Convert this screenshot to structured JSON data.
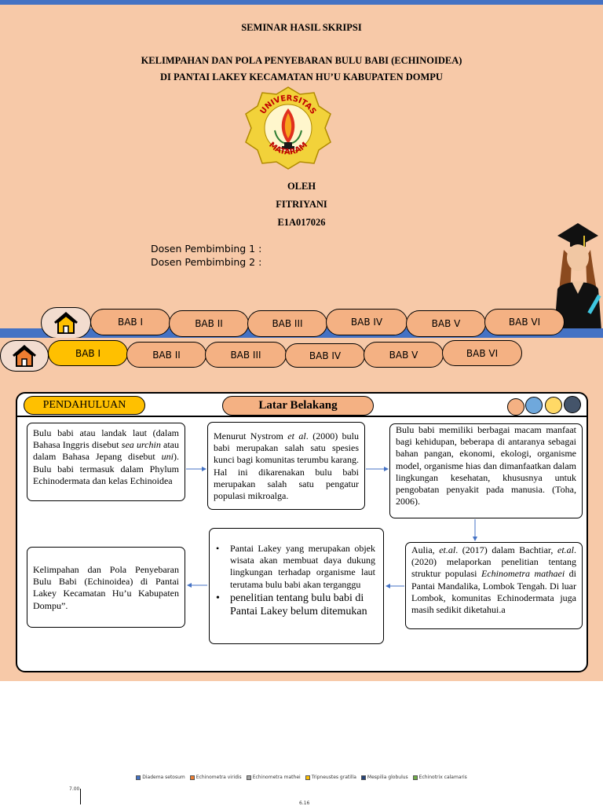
{
  "slide1": {
    "heading": "SEMINAR HASIL SKRIPSI",
    "title_line1": "KELIMPAHAN DAN POLA PENYEBARAN BULU BABI (ECHINOIDEA)",
    "title_line2": "DI PANTAI LAKEY KECAMATAN HU’U KABUPATEN DOMPU",
    "logo": {
      "top_text": "UNIVERSITAS",
      "bottom_text": "MATARAM",
      "icon": "university-seal-icon"
    },
    "oleh": "OLEH",
    "name": "FITRIYANI",
    "nim": "E1A017026",
    "dosen1": "Dosen Pembimbing 1 :",
    "dosen2": "Dosen Pembimbing 2 :",
    "tabs": [
      "BAB I",
      "BAB II",
      "BAB III",
      "BAB IV",
      "BAB V",
      "BAB VI"
    ]
  },
  "slide2": {
    "tabs": [
      "BAB I",
      "BAB II",
      "BAB III",
      "BAB IV",
      "BAB V",
      "BAB VI"
    ],
    "active_tab": "BAB I",
    "section_label": "PENDAHULUAN",
    "subtitle": "Latar Belakang",
    "box1": {
      "t1": "Bulu babi atau landak laut (dalam Bahasa Inggris disebut ",
      "i1": "sea urchin",
      "t2": " atau dalam Bahasa Jepang disebut ",
      "i2": "uni",
      "t3": "). Bulu babi termasuk dalam Phylum Echinodermata dan kelas Echinoidea"
    },
    "box2": {
      "t1": "Menurut Nystrom ",
      "i1": "et al",
      "t2": ". (2000) bulu babi merupakan salah satu spesies kunci bagi komunitas terumbu karang. Hal ini dikarenakan bulu babi merupakan salah satu pengatur populasi mikroalga."
    },
    "box3": "Bulu babi memiliki berbagai macam manfaat bagi kehidupan, beberapa di antaranya sebagai bahan pangan, ekonomi, ekologi, organisme model, organisme hias dan dimanfaatkan dalam lingkungan kesehatan, khususnya untuk pengobatan penyakit pada manusia. (Toha, 2006).",
    "box4": {
      "t1": "Aulia, ",
      "i1": "et.al",
      "t2": ". (2017) dalam Bachtiar, ",
      "i2": "et.al",
      "t3": ". (2020) melaporkan penelitian tentang struktur populasi ",
      "i3": "Echinometra mathaei",
      "t4": " di Pantai Mandalika, Lombok Tengah. Di luar Lombok, komunitas Echinodermata juga masih sedikit diketahui.a"
    },
    "box5": {
      "bullet1": "Pantai Lakey yang merupakan objek wisata akan membuat daya dukung lingkungan terhadap organisme laut terutama bulu babi akan terganggu",
      "bullet2": "penelitian tentang bulu babi di Pantai Lakey belum ditemukan"
    },
    "box6": "Kelimpahan dan Pola Penyebaran Bulu Babi (Echinoidea) di Pantai Lakey Kecamatan Hu’u Kabupaten Dompu”.",
    "circle_colors": [
      "#f4b183",
      "#6fa8dc",
      "#ffd966",
      "#44546a"
    ]
  },
  "slide3": {
    "legend": [
      {
        "name": "Diadema setosum",
        "color": "#4472c4"
      },
      {
        "name": "Echinometra viridis",
        "color": "#ed7d31"
      },
      {
        "name": "Echinometra mathei",
        "color": "#a5a5a5"
      },
      {
        "name": "Tripneustes gratilla",
        "color": "#ffc000"
      },
      {
        "name": "Mespilia globulus",
        "color": "#264478"
      },
      {
        "name": "Echinotrix calamaris",
        "color": "#70ad47"
      }
    ],
    "y_tick_top": "7.00",
    "bottom_label": "6.16"
  },
  "colors": {
    "accent_blue": "#4472c4",
    "peach": "#f7c9a8",
    "tab_fill": "#f4b183",
    "active_tab": "#ffc000"
  }
}
